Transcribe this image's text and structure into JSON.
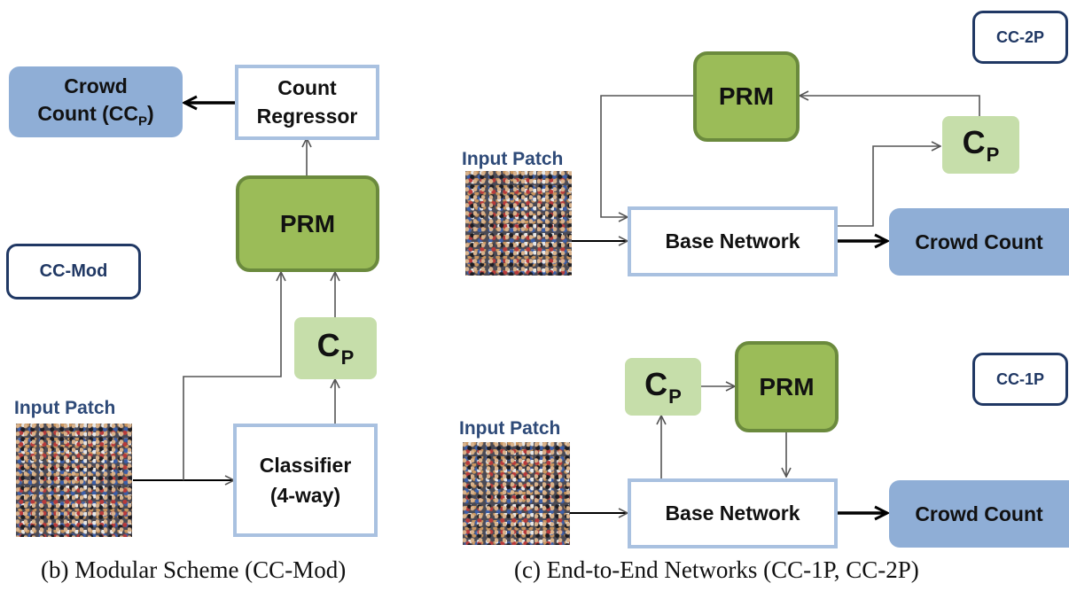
{
  "modular": {
    "crowd_count_line1": "Crowd",
    "crowd_count_line2": "Count (CC",
    "crowd_count_sub": "P",
    "crowd_count_close": ")",
    "count_regressor_line1": "Count",
    "count_regressor_line2": "Regressor",
    "prm": "PRM",
    "cp_main": "C",
    "cp_sub": "P",
    "tag": "CC-Mod",
    "input_patch": "Input Patch",
    "classifier_line1": "Classifier",
    "classifier_line2": "(4-way)",
    "caption": "(b) Modular Scheme (CC-Mod)"
  },
  "cc2p": {
    "tag": "CC-2P",
    "prm": "PRM",
    "cp_main": "C",
    "cp_sub": "P",
    "input_patch": "Input Patch",
    "base_network": "Base Network",
    "crowd_count": "Crowd Count"
  },
  "cc1p": {
    "tag": "CC-1P",
    "prm": "PRM",
    "cp_main": "C",
    "cp_sub": "P",
    "input_patch": "Input Patch",
    "base_network": "Base Network",
    "crowd_count": "Crowd Count"
  },
  "end_to_end_caption": "(c) End-to-End Networks (CC-1P, CC-2P)",
  "colors": {
    "output_blue": "#8faed6",
    "box_border_blue": "#a9c1e0",
    "prm_green": "#9bbc58",
    "prm_border": "#6b8a3d",
    "cp_green": "#c6deaa",
    "tag_navy": "#203864",
    "label_blue": "#2e4a78"
  }
}
